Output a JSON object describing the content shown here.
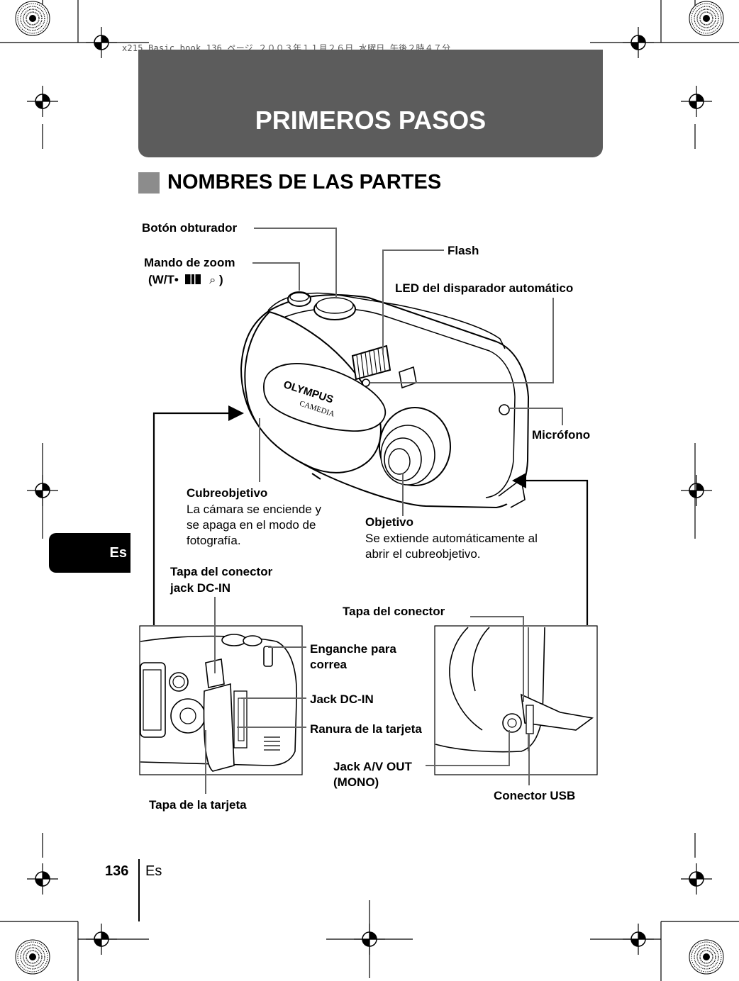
{
  "slug_line": "x215_Basic.book  136 ページ  ２００３年１１月２６日  水曜日  午後２時４７分",
  "header": {
    "title": "PRIMEROS PASOS"
  },
  "section": {
    "title": "NOMBRES DE LAS PARTES"
  },
  "language_tab": "Es",
  "camera_logo": {
    "brand": "OLYMPUS",
    "model": "CAMEDIA"
  },
  "labels": {
    "boton_obturador": "Botón obturador",
    "mando_zoom": "Mando de zoom",
    "mando_zoom_sub": "(W/T•",
    "mando_zoom_close": ")",
    "flash": "Flash",
    "led": "LED del disparador automático",
    "microfono": "Micrófono",
    "cubreobjetivo": "Cubreobjetivo",
    "cubreobjetivo_desc": [
      "La cámara se enciende y",
      "se apaga en el modo de",
      "fotografía."
    ],
    "objetivo": "Objetivo",
    "objetivo_desc": [
      "Se extiende automáticamente al",
      "abrir el cubreobjetivo."
    ],
    "tapa_dc_in": [
      "Tapa del conector",
      "jack DC-IN"
    ],
    "enganche": [
      "Enganche para",
      "correa"
    ],
    "jack_dc_in": "Jack DC-IN",
    "ranura": "Ranura de la tarjeta",
    "tapa_tarjeta": "Tapa de la tarjeta",
    "tapa_conector": "Tapa del conector",
    "jack_av": [
      "Jack A/V OUT",
      "(MONO)"
    ],
    "conector_usb": "Conector USB"
  },
  "footer": {
    "page_number": "136",
    "language": "Es"
  }
}
